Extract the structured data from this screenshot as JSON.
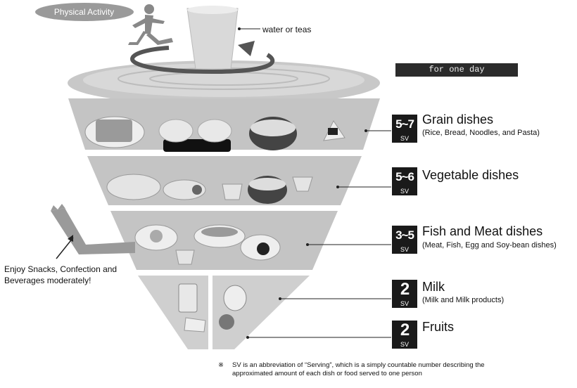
{
  "physical_activity": "Physical Activity",
  "water_label": "water or teas",
  "period_badge": "for one day",
  "categories": [
    {
      "name": "Grain dishes",
      "detail": "(Rice, Bread, Noodles, and Pasta)",
      "servings": "5~7",
      "unit": "SV"
    },
    {
      "name": "Vegetable dishes",
      "detail": "",
      "servings": "5~6",
      "unit": "SV"
    },
    {
      "name": "Fish and Meat dishes",
      "detail": "(Meat, Fish, Egg and Soy-bean dishes)",
      "servings": "3~5",
      "unit": "SV"
    },
    {
      "name": "Milk",
      "detail": "(Milk and Milk products)",
      "servings": "2",
      "unit": "SV"
    },
    {
      "name": "Fruits",
      "detail": "",
      "servings": "2",
      "unit": "SV"
    }
  ],
  "snacks_note": "Enjoy Snacks, Confection and Beverages moderately!",
  "footnote_mark": "※",
  "footnote": "SV is an abbreviation of “Serving”, which  is a simply countable number describing the approximated amount of each dish or food served to one person",
  "colors": {
    "dark": "#1a1a1a",
    "band": "#bdbdbd",
    "band_light": "#d6d6d6",
    "top": "#cfcfcf",
    "ellipse_label": "#9a9a9a"
  }
}
